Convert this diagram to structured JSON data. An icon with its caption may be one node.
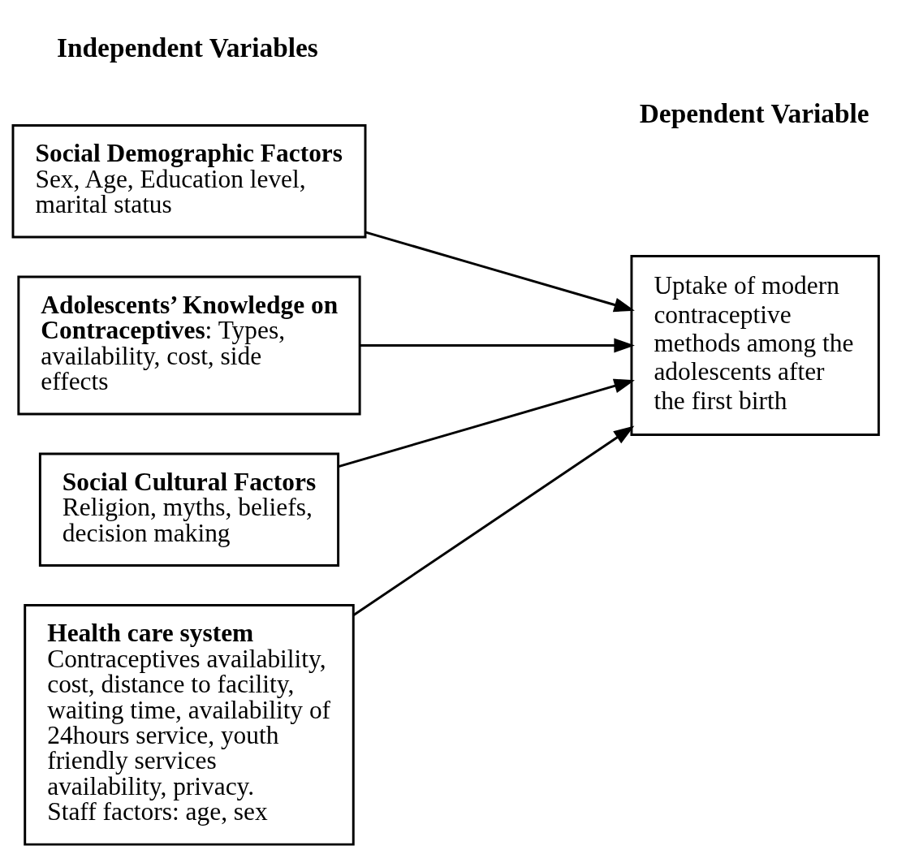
{
  "diagram": {
    "nodes": [
      {
        "text": [
          "Social Demographic Factors",
          "Sex, Age, Education level, marital status"
        ]
      },
      {
        "text": [
          "**Adolescents’ Knowledge on Contraceptives**: Types, availability, cost, side effects"
        ]
      },
      {
        "text": [
          "Social Cultural Factors",
          "Religion, myths, beliefs, decision making"
        ]
      },
      {
        "text": [
          "Health care system",
          "Contraceptives availability, cost, distance to facility, waiting time, availability of 24hours service, youth friendly services availability, privacy.",
          "Staff factors: age, sex"
        ]
      },
      {
        "text": [
          "Uptake of modern contraceptive methods among the adolescents after the first birth"
        ]
      }
    ],
    "edges": [
      {
        "from": 0,
        "to": 4,
        "arrow": "to"
      },
      {
        "from": 1,
        "to": 4,
        "arrow": "to"
      },
      {
        "from": 2,
        "to": 4,
        "arrow": "to"
      },
      {
        "from": 3,
        "to": 4,
        "arrow": "to"
      }
    ],
    "labels": [
      "Independent Variables",
      "Dependent Variable"
    ]
  }
}
